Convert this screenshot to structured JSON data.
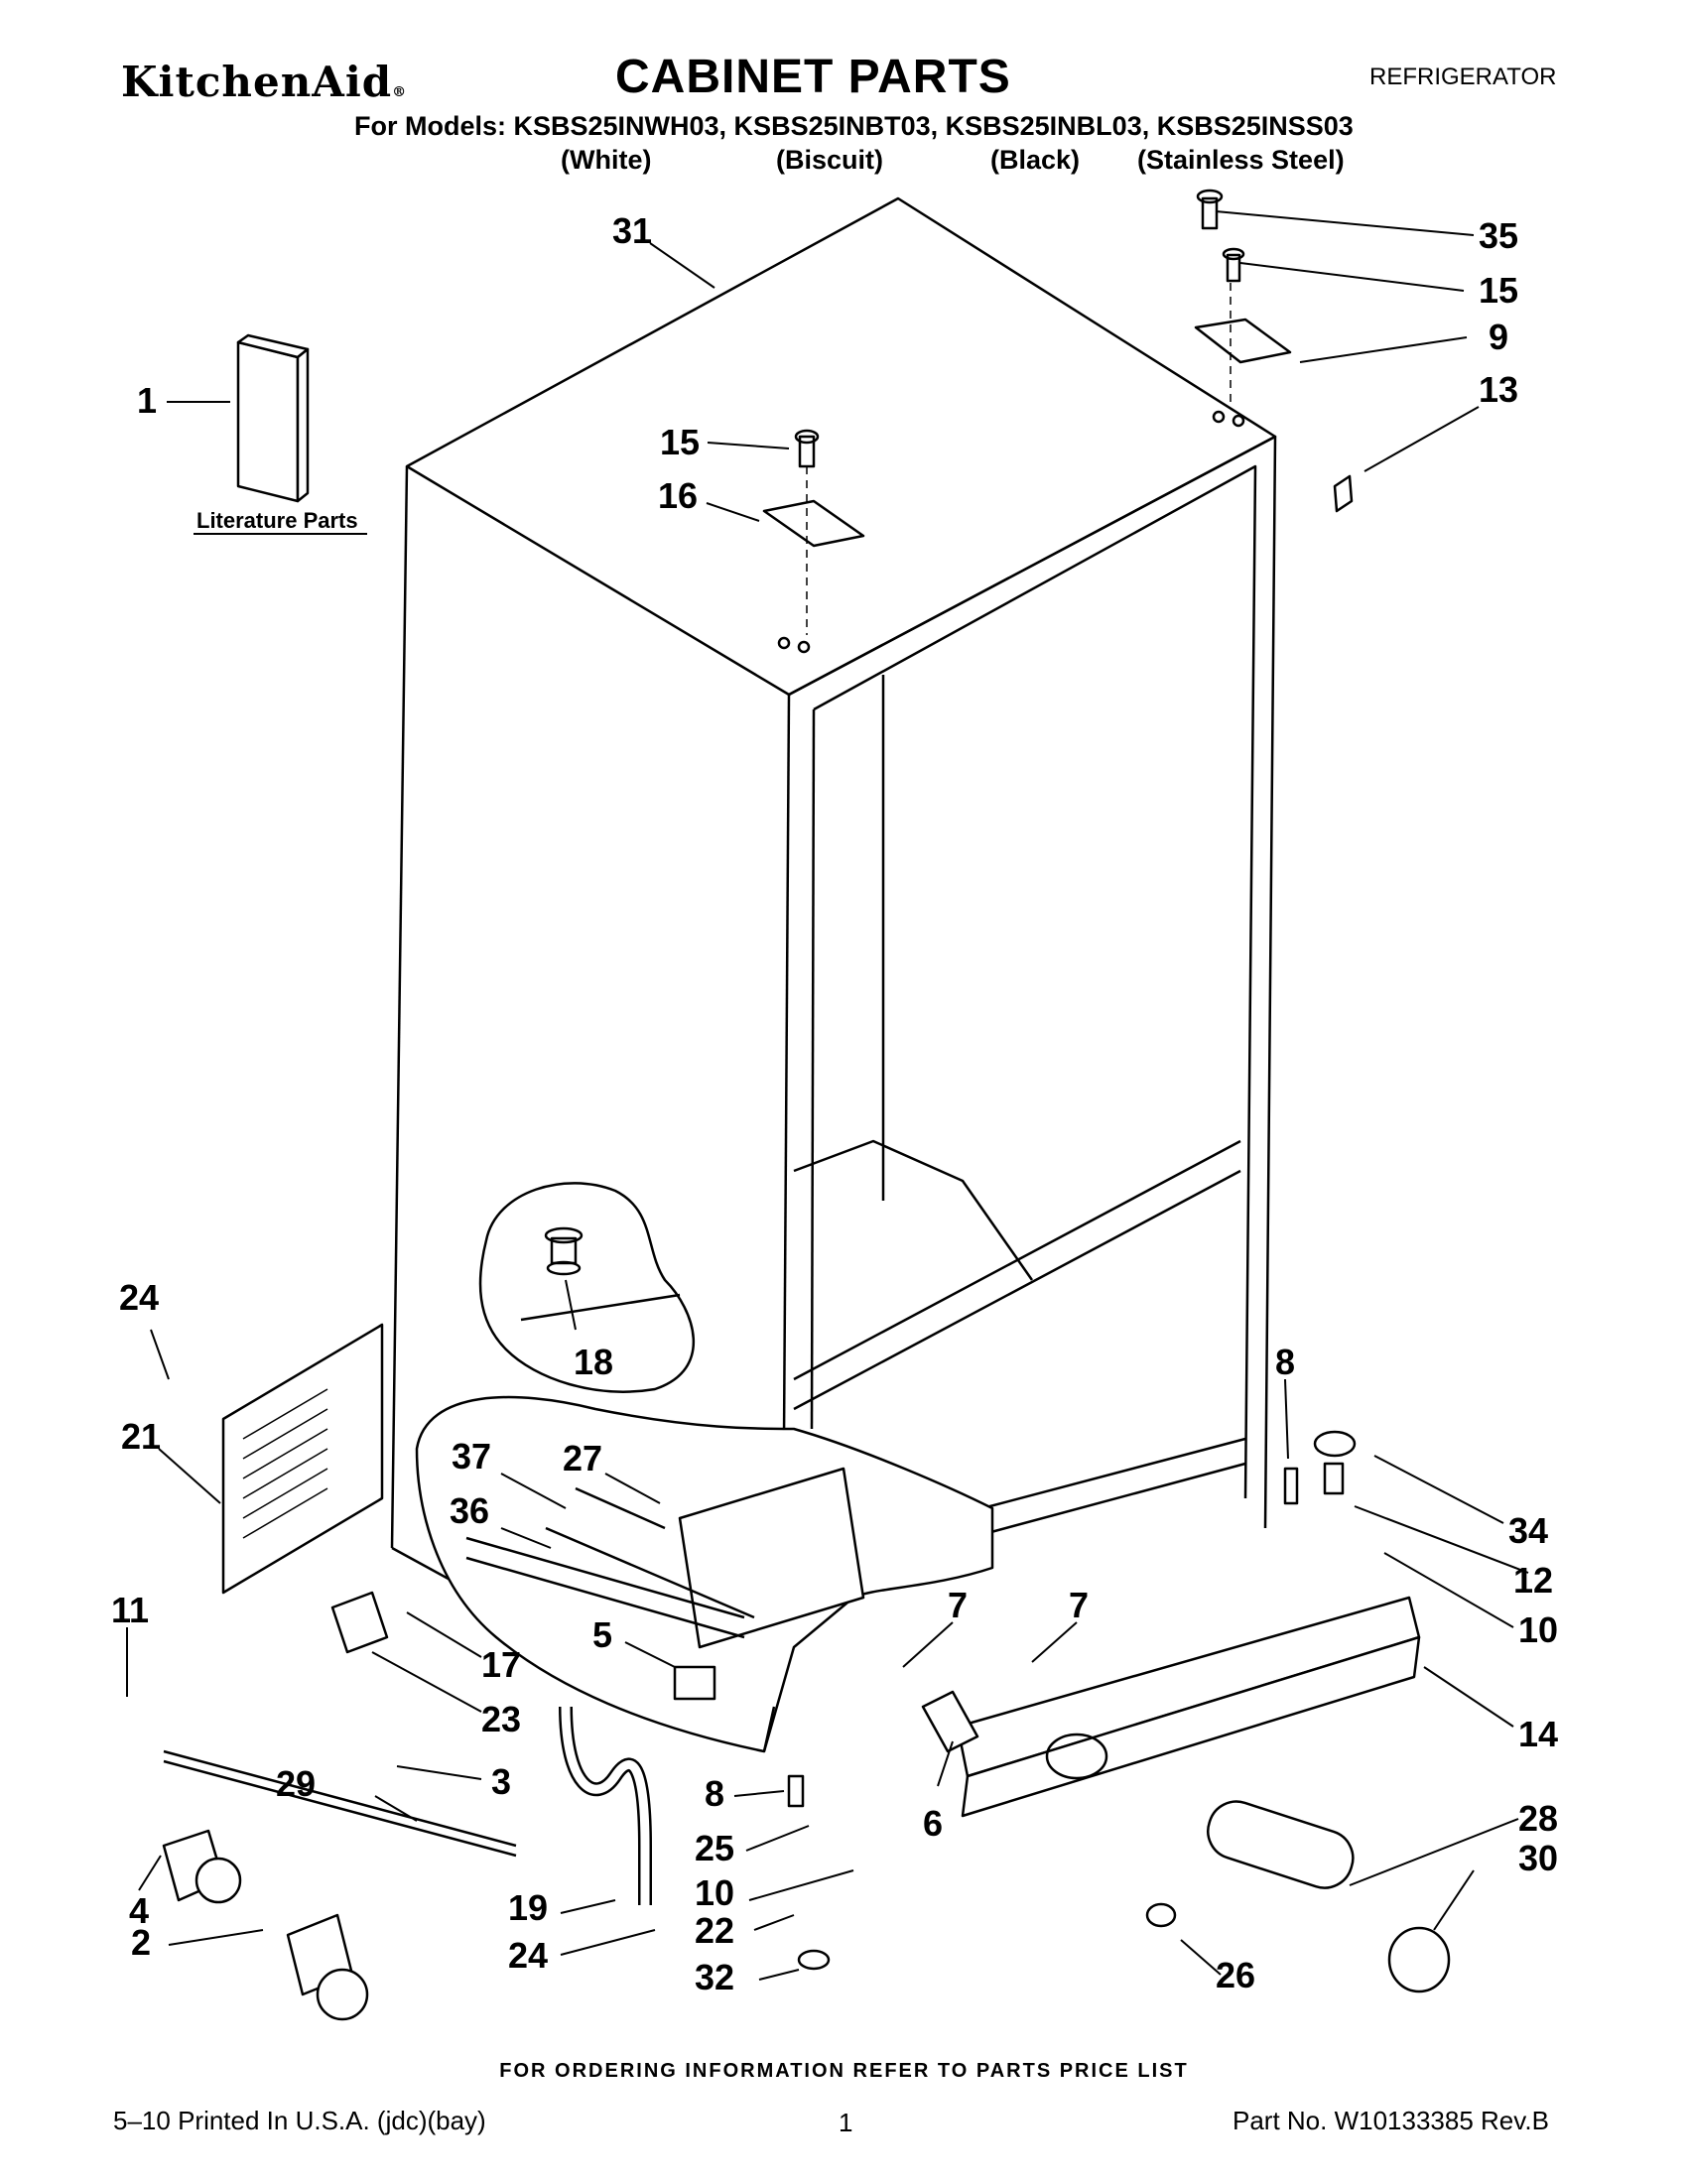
{
  "header": {
    "brand": "KitchenAid",
    "brand_mark": "®",
    "title": "CABINET PARTS",
    "category": "REFRIGERATOR",
    "models_line": "For Models: KSBS25INWH03, KSBS25INBT03, KSBS25INBL03, KSBS25INSS03",
    "variants": [
      "(White)",
      "(Biscuit)",
      "(Black)",
      "(Stainless Steel)"
    ]
  },
  "diagram": {
    "literature_label": "Literature Parts",
    "callouts": [
      "31",
      "35",
      "15",
      "9",
      "13",
      "1",
      "15",
      "16",
      "24",
      "18",
      "8",
      "21",
      "37",
      "27",
      "36",
      "34",
      "12",
      "10",
      "7",
      "7",
      "11",
      "5",
      "17",
      "23",
      "14",
      "3",
      "29",
      "8",
      "28",
      "25",
      "6",
      "30",
      "4",
      "10",
      "2",
      "19",
      "22",
      "24",
      "32",
      "26"
    ]
  },
  "footer": {
    "ordering_note": "FOR ORDERING INFORMATION REFER TO PARTS PRICE LIST",
    "print_info": "5–10 Printed In U.S.A. (jdc)(bay)",
    "page_number": "1",
    "part_number": "Part No. W10133385 Rev.B"
  }
}
